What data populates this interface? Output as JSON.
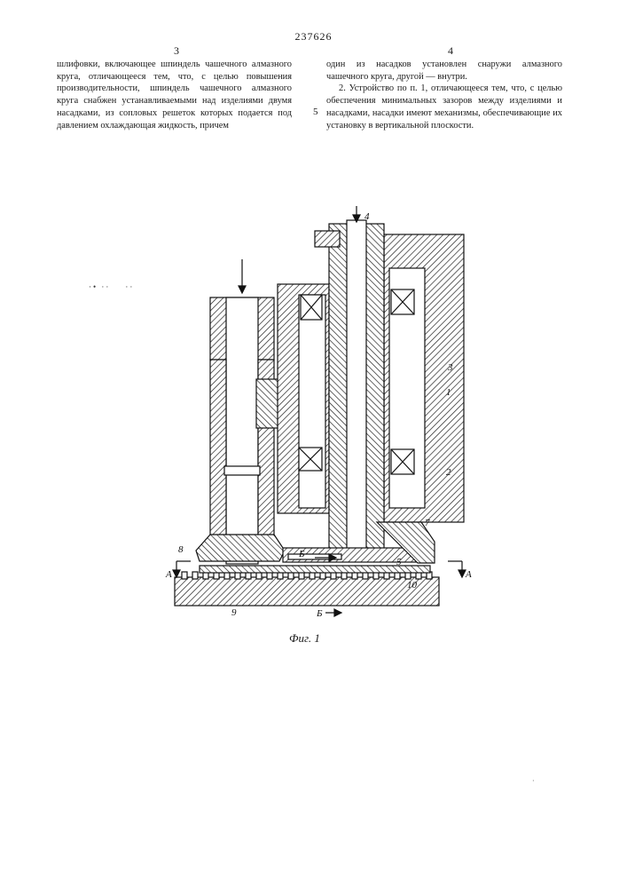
{
  "header": {
    "patent_number": "237626",
    "col_left_number": "3",
    "col_right_number": "4",
    "line_marker": "5"
  },
  "left_column": {
    "text": "шлифовки, включающее шпиндель чашечного алмазного круга, отличающееся тем, что, с целью повышения производительности, шпиндель чашечного алмазного круга снабжен устанавливаемыми над изделиями двумя насадками, из сопловых решеток которых подается под давлением охлаждающая жидкость, причем"
  },
  "right_column": {
    "para1": "один из насадков установлен снаружи алмазного чашечного круга, другой — внутри.",
    "para2": "2. Устройство по п. 1, отличающееся тем, что, с целью обеспечения минимальных зазоров между изделиями и насадками, насадки имеют механизмы, обеспечивающие их установку в вертикальной плоскости."
  },
  "figure": {
    "caption": "Фиг. 1",
    "labels": {
      "l1": "1",
      "l2": "2",
      "l3": "3",
      "l4": "4",
      "l5": "5",
      "l7": "7",
      "l8": "8",
      "l9": "9",
      "l10": "10",
      "a_left": "А",
      "a_right": "А",
      "b_left": "Б",
      "b_bottom": "Б"
    }
  }
}
